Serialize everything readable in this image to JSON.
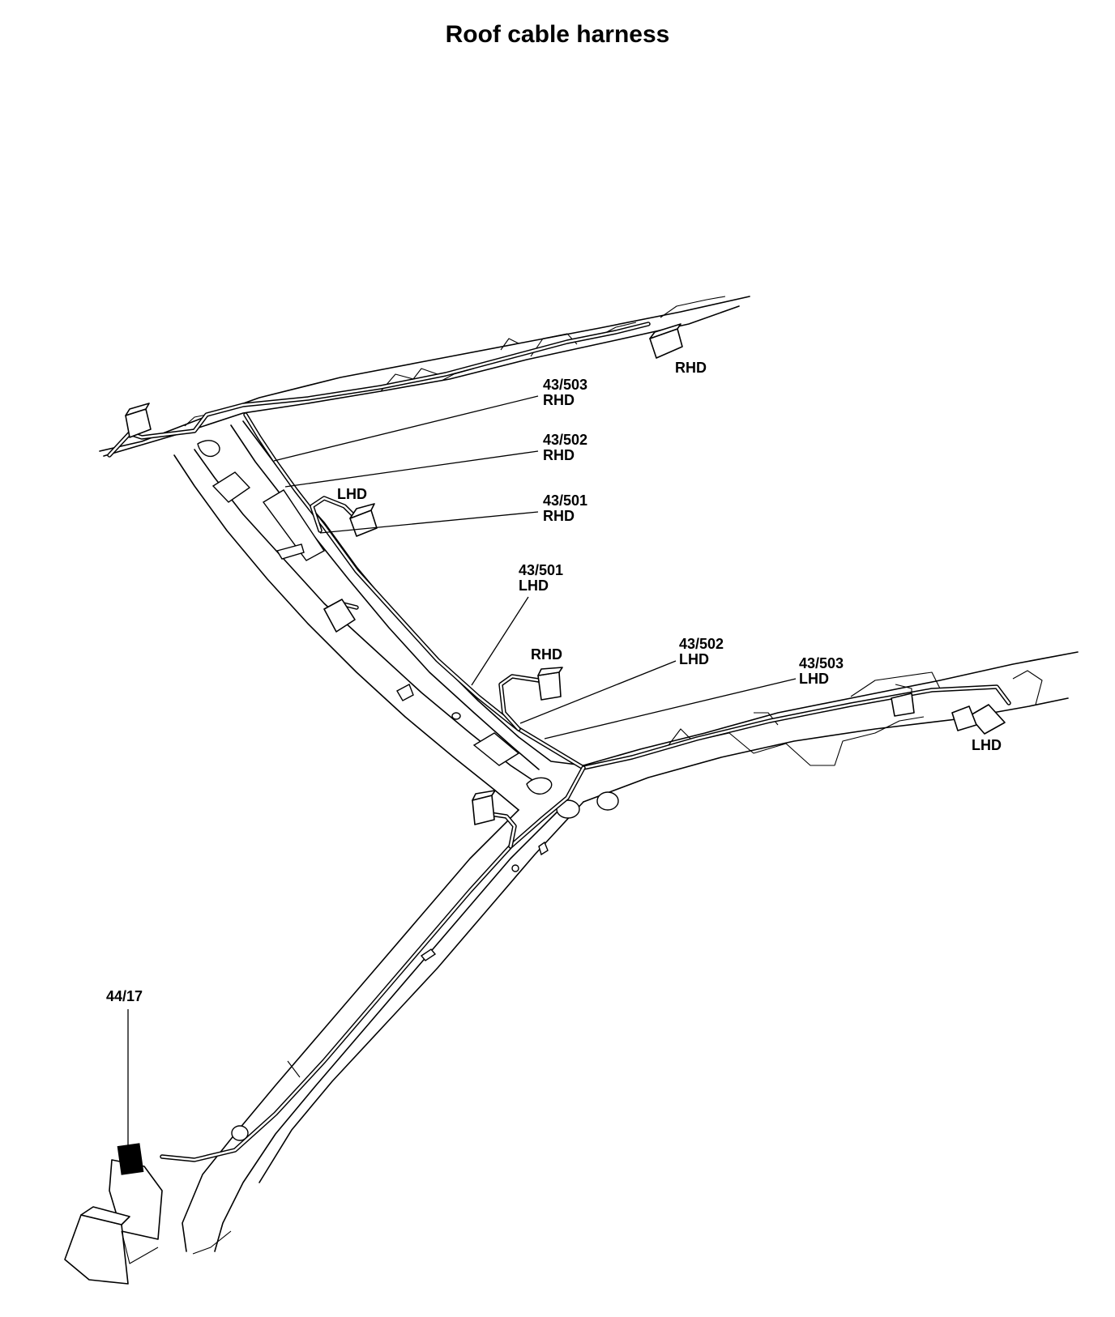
{
  "title": "Roof cable harness",
  "labels": {
    "c43_503_rhd": {
      "code": "43/503",
      "variant": "RHD"
    },
    "c43_502_rhd": {
      "code": "43/502",
      "variant": "RHD"
    },
    "c43_501_rhd": {
      "code": "43/501",
      "variant": "RHD"
    },
    "c43_501_lhd": {
      "code": "43/501",
      "variant": "LHD"
    },
    "c43_502_lhd": {
      "code": "43/502",
      "variant": "LHD"
    },
    "c43_503_lhd": {
      "code": "43/503",
      "variant": "LHD"
    },
    "c44_17": {
      "code": "44/17"
    },
    "rhd_top": "RHD",
    "lhd_upper": "LHD",
    "rhd_middle": "RHD",
    "lhd_right": "LHD"
  }
}
